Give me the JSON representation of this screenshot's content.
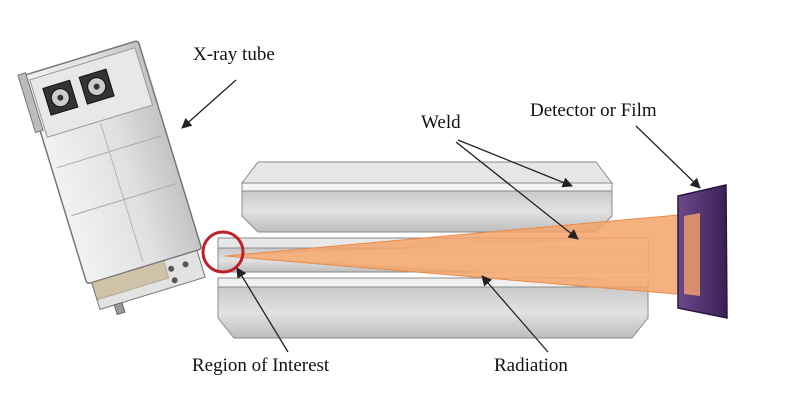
{
  "labels": {
    "xray_tube": "X-ray tube",
    "weld": "Weld",
    "detector": "Detector or Film",
    "region_of_interest": "Region of Interest",
    "radiation": "Radiation"
  },
  "colors": {
    "radiation_beam": "#f5a36b",
    "region_circle": "#c0202a",
    "detector": "#4a2a6a",
    "plate": "#d4d4d4",
    "weld_stripe": "#ececec"
  }
}
